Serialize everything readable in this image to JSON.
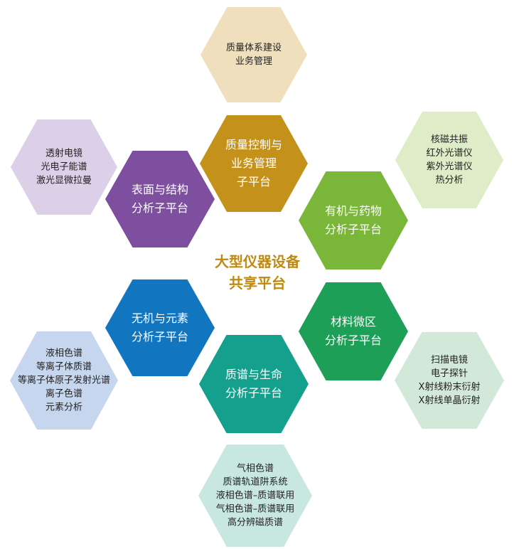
{
  "title": [
    "大型仪器设备",
    "共享平台"
  ],
  "hexes": [
    {
      "id": "quality-top",
      "kind": "outer",
      "color": "#f0dfbd",
      "lines": [
        "质量体系建设",
        "业务管理"
      ]
    },
    {
      "id": "quality",
      "kind": "inner",
      "color": "#c4921a",
      "lines": [
        "质量控制与",
        "业务管理",
        "子平台"
      ]
    },
    {
      "id": "surface",
      "kind": "inner",
      "color": "#7d4f9e",
      "lines": [
        "表面与结构",
        "分析子平台"
      ]
    },
    {
      "id": "organic",
      "kind": "inner",
      "color": "#79b63a",
      "lines": [
        "有机与药物",
        "分析子平台"
      ]
    },
    {
      "id": "inorganic",
      "kind": "inner",
      "color": "#1275c0",
      "lines": [
        "无机与元素",
        "分析子平台"
      ]
    },
    {
      "id": "material",
      "kind": "inner",
      "color": "#1d9f58",
      "lines": [
        "材料微区",
        "分析子平台"
      ]
    },
    {
      "id": "mass",
      "kind": "inner",
      "color": "#14a08d",
      "lines": [
        "质谱与生命",
        "分析子平台"
      ]
    },
    {
      "id": "surface-outer",
      "kind": "outer",
      "color": "#dcd0e8",
      "lines": [
        "透射电镜",
        "光电子能谱",
        "激光显微拉曼"
      ]
    },
    {
      "id": "organic-outer",
      "kind": "outer",
      "color": "#deedc8",
      "lines": [
        "核磁共振",
        "红外光谱仪",
        "紫外光谱仪",
        "热分析"
      ]
    },
    {
      "id": "inorganic-outer",
      "kind": "outer",
      "color": "#c6d6ee",
      "lines": [
        "液相色谱",
        "等离子体质谱",
        "等离子体原子发射光谱",
        "离子色谱",
        "元素分析"
      ]
    },
    {
      "id": "material-outer",
      "kind": "outer",
      "color": "#d2e8d8",
      "lines": [
        "扫描电镜",
        "电子探针",
        "X射线粉末衍射",
        "X射线单晶衍射"
      ]
    },
    {
      "id": "mass-outer",
      "kind": "outer",
      "color": "#c9e7e1",
      "lines": [
        "气相色谱",
        "质谱轨道阱系统",
        "液相色谱–质谱联用",
        "气相色谱–质谱联用",
        "高分辨磁质谱"
      ]
    }
  ]
}
